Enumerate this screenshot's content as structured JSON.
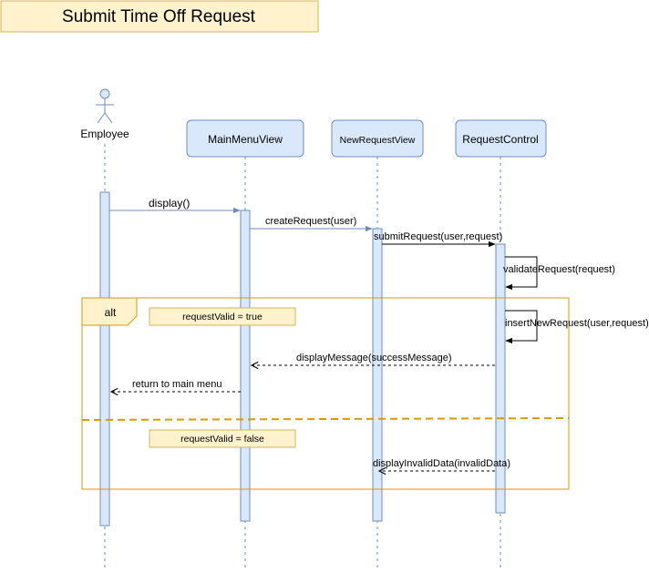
{
  "title": "Submit Time Off Request",
  "actor": {
    "label": "Employee"
  },
  "lifelines": [
    {
      "label": "MainMenuView"
    },
    {
      "label": "NewRequestView"
    },
    {
      "label": "RequestControl"
    }
  ],
  "messages": [
    {
      "text": "display()"
    },
    {
      "text": "createRequest(user)"
    },
    {
      "text": "submitRequest(user,request)"
    },
    {
      "text": "validateRequest(request)"
    },
    {
      "text": "insertNewRequest(user,request)"
    },
    {
      "text": "displayMessage(successMessage)"
    },
    {
      "text": "return to main menu"
    },
    {
      "text": "displayInvalidData(invalidData)"
    }
  ],
  "fragment": {
    "operator": "alt",
    "guard_true": "requestValid = true",
    "guard_false": "requestValid = false"
  },
  "colors": {
    "title_fill": "#FFF2CC",
    "title_stroke": "#D6B656",
    "box_fill": "#DAE8FC",
    "box_stroke": "#6C8EBF",
    "fragment_stroke": "#D79B00",
    "dashed_lifeline": "#6C8EBF"
  }
}
